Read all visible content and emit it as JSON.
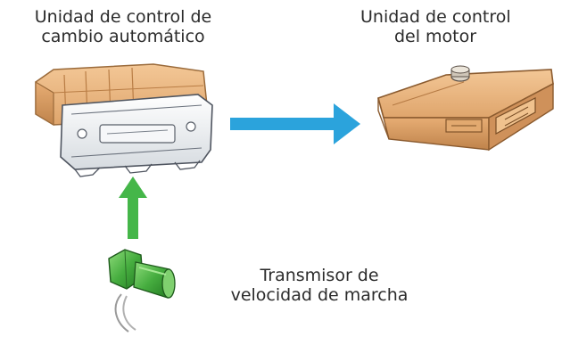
{
  "labels": {
    "tcu": {
      "line1": "Unidad de control de",
      "line2": "cambio automático"
    },
    "ecu": {
      "line1": "Unidad de control",
      "line2": "del motor"
    },
    "sensor": {
      "line1": "Transmisor de",
      "line2": "velocidad de marcha"
    }
  },
  "colors": {
    "blue_arrow": "#2ba3dc",
    "green_arrow": "#45b649",
    "housing_orange": "#e8b07a",
    "housing_orange_dark": "#c98a4f",
    "metal_frame": "#eef1f4",
    "sensor_green": "#3fa43b",
    "sensor_green_light": "#7fd06f",
    "wire_gray": "#9a9a9a",
    "text": "#2b2b2b"
  },
  "icons": {
    "tcu": "transmission-control-unit-icon",
    "ecu": "engine-control-unit-icon",
    "sensor": "speed-sensor-icon"
  }
}
